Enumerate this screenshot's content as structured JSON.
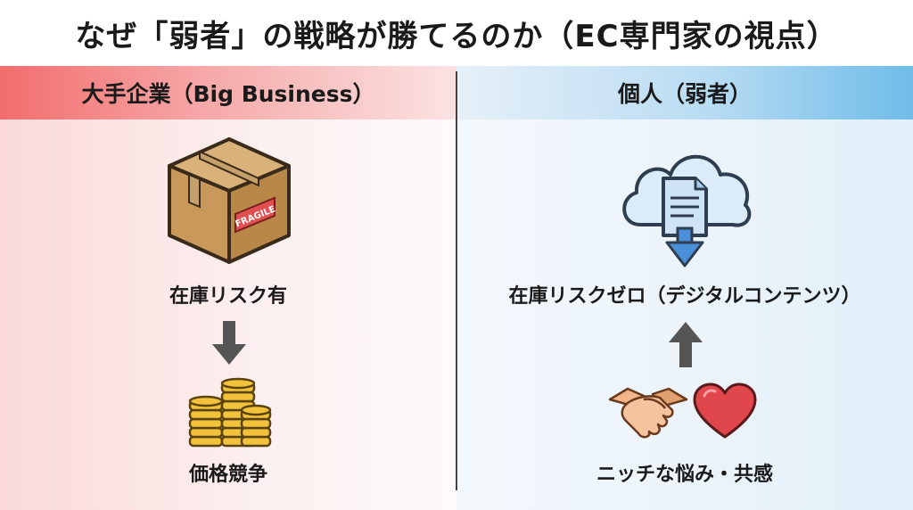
{
  "title": "なぜ「弱者」の戦略が勝てるのか（EC専門家の視点）",
  "left": {
    "header": "大手企業（Big Business）",
    "top_label": "在庫リスク有",
    "bottom_label": "価格競争",
    "box_stamp": "FRAGILE"
  },
  "right": {
    "header": "個人（弱者）",
    "top_label": "在庫リスクゼロ（デジタルコンテンツ）",
    "bottom_label": "ニッチな悩み・共感"
  },
  "colors": {
    "left_accent": "#f26d6d",
    "right_accent": "#6fbce9",
    "arrow": "#555555",
    "heart": "#e0474c",
    "cloud_outline": "#2f3e4e",
    "download_arrow": "#4a90d9"
  },
  "icons": [
    "cardboard-box-icon",
    "down-arrow-icon",
    "coin-stacks-icon",
    "cloud-document-download-icon",
    "up-arrow-icon",
    "handshake-icon",
    "heart-icon"
  ]
}
